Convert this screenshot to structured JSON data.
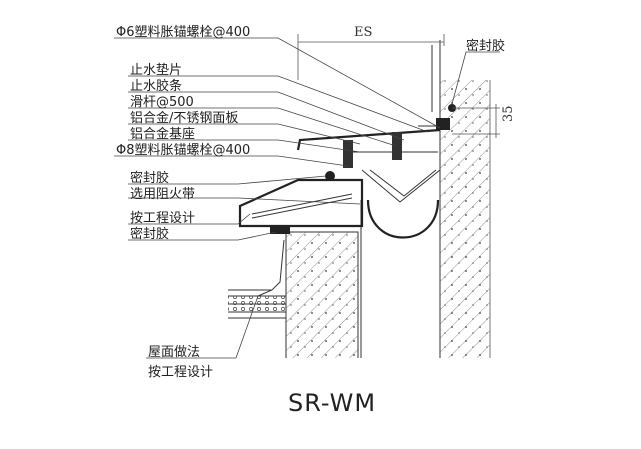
{
  "title": "SR-WM",
  "dimension_es": "ES",
  "dimension_35": "35",
  "labels_left": [
    "Φ6塑料胀锚螺栓@400",
    "止水垫片",
    "止水胶条",
    "滑杆@500",
    "铝合金/不锈钢面板",
    "铝合金基座",
    "Φ8塑料胀锚螺栓@400",
    "密封胶",
    "选用阻火带",
    "按工程设计",
    "密封胶"
  ],
  "label_right": "密封胶",
  "labels_bottom": [
    "屋面做法",
    "按工程设计"
  ]
}
